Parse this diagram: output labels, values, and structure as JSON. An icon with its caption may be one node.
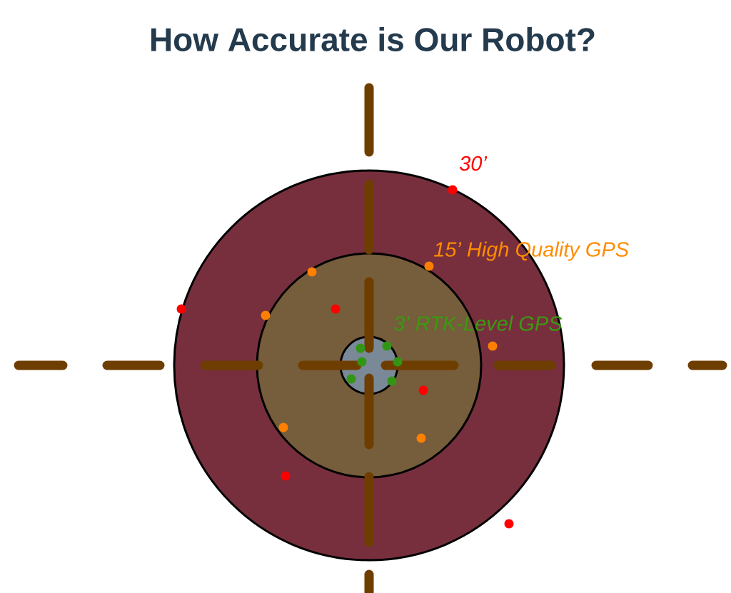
{
  "diagram": {
    "title": "How Accurate is Our Robot?",
    "labels": [
      "30’",
      "15’ High Quality GPS",
      "3’ RTK-Level GPS"
    ]
  }
}
